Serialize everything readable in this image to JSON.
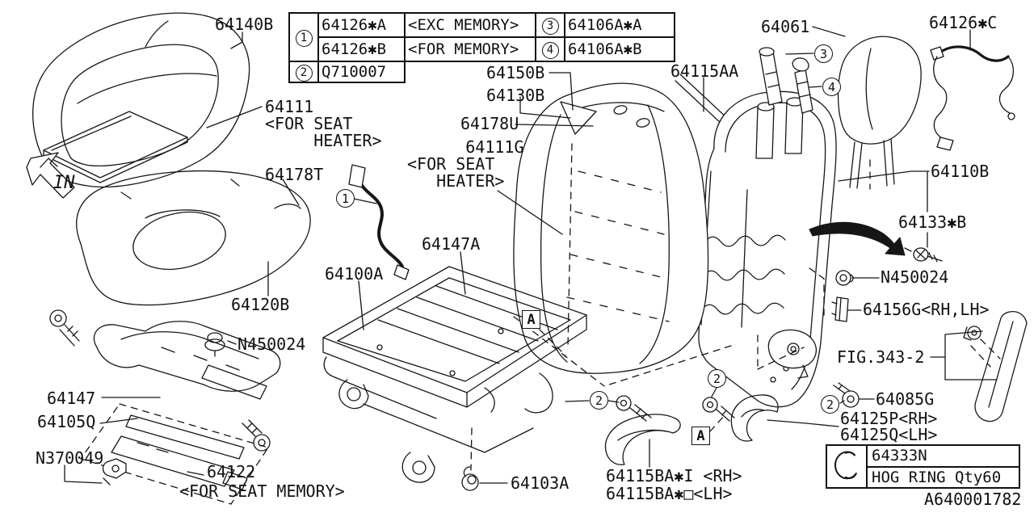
{
  "diagram_id": "A640001782",
  "orientation": {
    "in_label": "IN"
  },
  "legend_table": {
    "rows": [
      {
        "ref": "1",
        "part": "64126✱A",
        "note": "<EXC MEMORY>",
        "ref2": "3",
        "part2": "64106A✱A"
      },
      {
        "ref": "1",
        "part": "64126✱B",
        "note": "<FOR MEMORY>",
        "ref2": "4",
        "part2": "64106A✱B"
      },
      {
        "ref": "2",
        "part": "Q710007"
      }
    ]
  },
  "hog_ring": {
    "icon": "hog-ring",
    "part": "64333N",
    "desc": "HOG RING Qty60"
  },
  "callouts": {
    "c1": "1",
    "c2": "2",
    "c3": "3",
    "c4": "4",
    "box_a": "A"
  },
  "labels": {
    "cushion_cover": "64140B",
    "seat_heater_cushion": "64111\n<FOR SEAT\n     HEATER>",
    "cushion_harness": "64178T",
    "back_board": "64150B",
    "back_flap": "64130B",
    "back_harness": "64178U",
    "seat_heater_back": "      64111G\n<FOR SEAT\n   HEATER>",
    "back_panel": "64115AA",
    "headrest": "64061",
    "headrest_harness": "64126✱C",
    "back_frame": "64110B",
    "screw_back": "64133✱B",
    "nut_right": "N450024",
    "clip_right": "64156G<RH,LH>",
    "figure_ref": "FIG.343-2",
    "bolt_cover": "64085G",
    "cover_rh": "64125P<RH>",
    "cover_lh": "64125Q<LH>",
    "hinge_cover_rh": "64115BA✱I <RH>",
    "hinge_cover_lh": "64115BA✱□<LH>",
    "hook": "64103A",
    "memory_unit": "64122",
    "memory_note": "<FOR SEAT MEMORY>",
    "nut_front": "N370049",
    "sensor": "64105Q",
    "rail": "64147",
    "nut_left": "N450024",
    "pad": "64120B",
    "frame_assy": "64100A",
    "spring_assy": "64147A"
  }
}
